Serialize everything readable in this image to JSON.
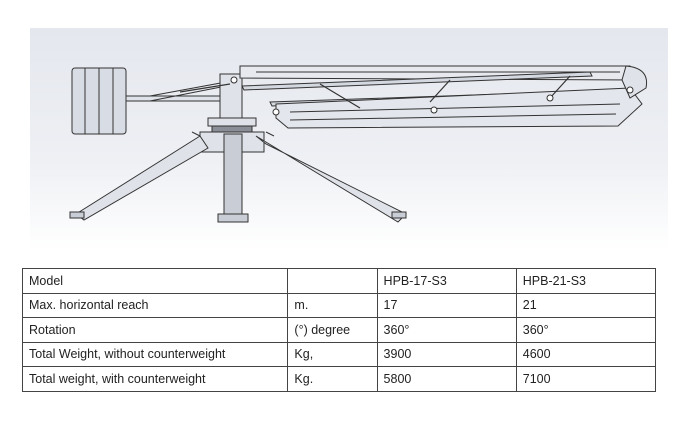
{
  "figure": {
    "icon": "concrete-placing-boom-drawing"
  },
  "table": {
    "rows": [
      {
        "label": "Model",
        "unit": "",
        "a": "HPB-17-S3",
        "b": "HPB-21-S3"
      },
      {
        "label": "Max. horizontal reach",
        "unit": "m.",
        "a": "17",
        "b": "21"
      },
      {
        "label": "Rotation",
        "unit": "(°) degree",
        "a": "360°",
        "b": "360°"
      },
      {
        "label": "Total Weight, without counterweight",
        "unit": "Kg,",
        "a": "3900",
        "b": "4600"
      },
      {
        "label": "Total weight, with counterweight",
        "unit": "Kg.",
        "a": "5800",
        "b": "7100"
      }
    ]
  }
}
